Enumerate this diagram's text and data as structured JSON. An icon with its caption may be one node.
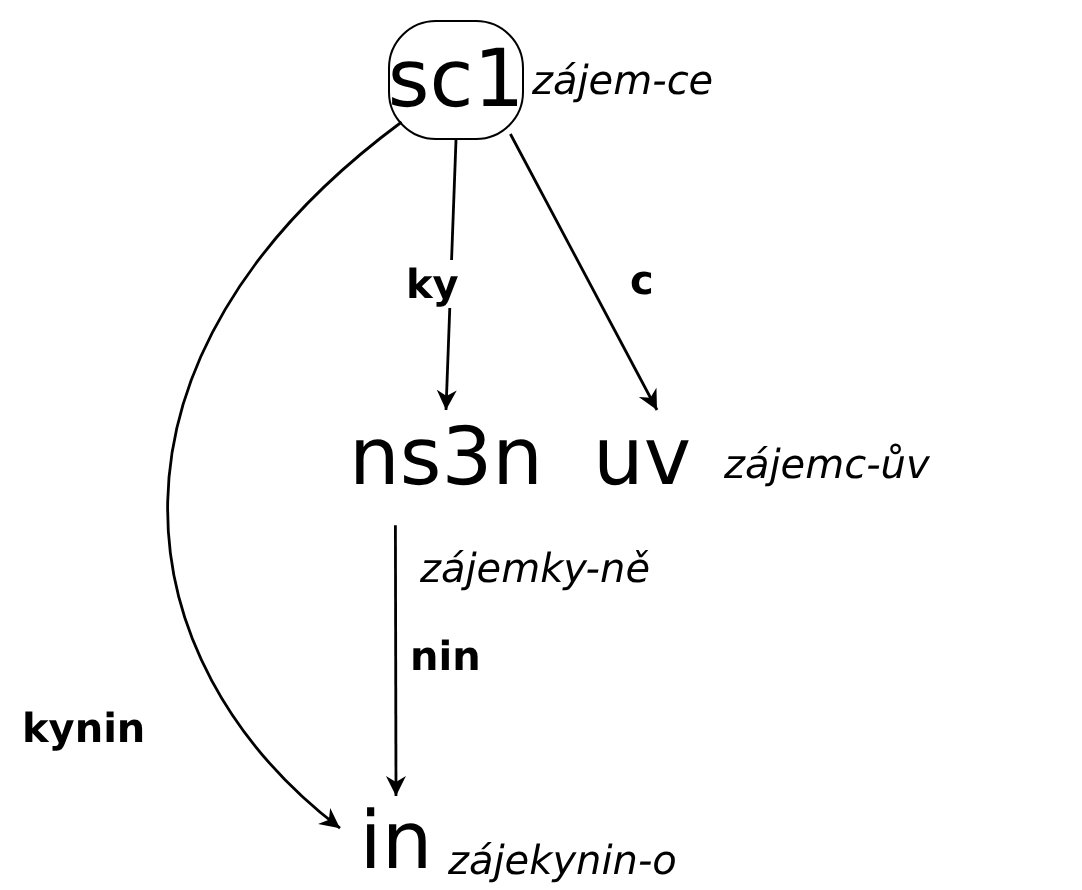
{
  "diagram": {
    "nodes": [
      {
        "text": [
          "sc1"
        ],
        "beside": [
          "zájem-ce"
        ]
      },
      {
        "text": [
          "ns3n"
        ],
        "beside": [
          "zájemky-ně"
        ]
      },
      {
        "text": [
          "uv"
        ],
        "beside": [
          "zájemc-ův"
        ]
      },
      {
        "text": [
          "in"
        ],
        "beside": [
          "zájekynin-o"
        ]
      }
    ],
    "edges": [
      {
        "from": 0,
        "to": 1,
        "arrow": "to",
        "label": "ky"
      },
      {
        "from": 0,
        "to": 2,
        "arrow": "to",
        "label": "c"
      },
      {
        "from": 1,
        "to": 3,
        "arrow": "to",
        "label": "nin"
      },
      {
        "from": 0,
        "to": 3,
        "arrow": "to",
        "label": "kynin"
      }
    ]
  }
}
